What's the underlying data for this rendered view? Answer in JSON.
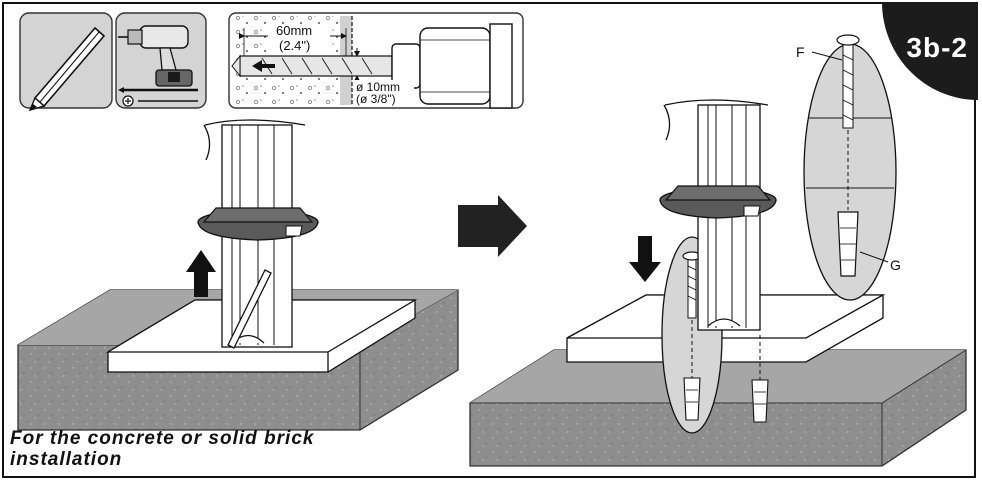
{
  "step": {
    "label": "3b-2"
  },
  "drill_spec": {
    "depth_mm": "60mm",
    "depth_in": "(2.4\")",
    "diameter_mm": "ø 10mm",
    "diameter_in": "(ø 3/8\")"
  },
  "callouts": {
    "screw": "F",
    "anchor": "G"
  },
  "caption": {
    "line1": "For the concrete or solid brick",
    "line2": "installation"
  },
  "colors": {
    "badge": "#1c1c1c",
    "concrete": "#8e8e8e",
    "zoom_fill": "#d6d6d6"
  },
  "icons": [
    "pencil-icon",
    "power-drill-icon",
    "drill-bit-icon",
    "phillips-screwdriver-icon",
    "arrow-up-icon",
    "arrow-right-icon",
    "arrow-down-icon"
  ]
}
